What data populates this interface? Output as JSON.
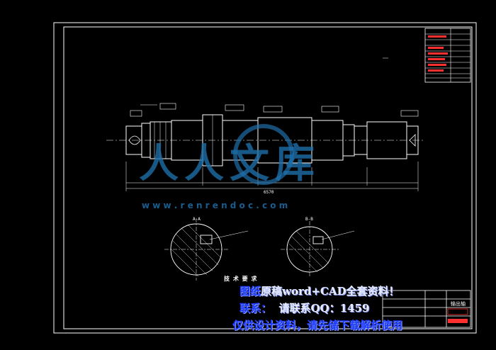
{
  "drawing": {
    "overall_dimension": "6570",
    "section_a_label": "A-A",
    "section_b_label": "B-B",
    "tech_requirements_title": "技 术 要 求",
    "title_block_name": "输出轴"
  },
  "watermark": {
    "logo_text": "人人文库",
    "url_text": "w w w . r e n r e n d o c . c o m"
  },
  "promo": {
    "line1_prefix": "图纸",
    "line1_highlight": "原稿word+CAD全套资料！",
    "line2_prefix": "联系",
    "line2_text": "请联系QQ：1459",
    "line3_text": "仅供设计资料，请先储下载解析使用"
  },
  "colors": {
    "background": "#000000",
    "lines": "#ffffff",
    "dim_lines": "#ffffff",
    "accent_red": "#ff3030",
    "watermark_blue": "#1e6ea8",
    "promo_blue": "#1e3cff"
  }
}
